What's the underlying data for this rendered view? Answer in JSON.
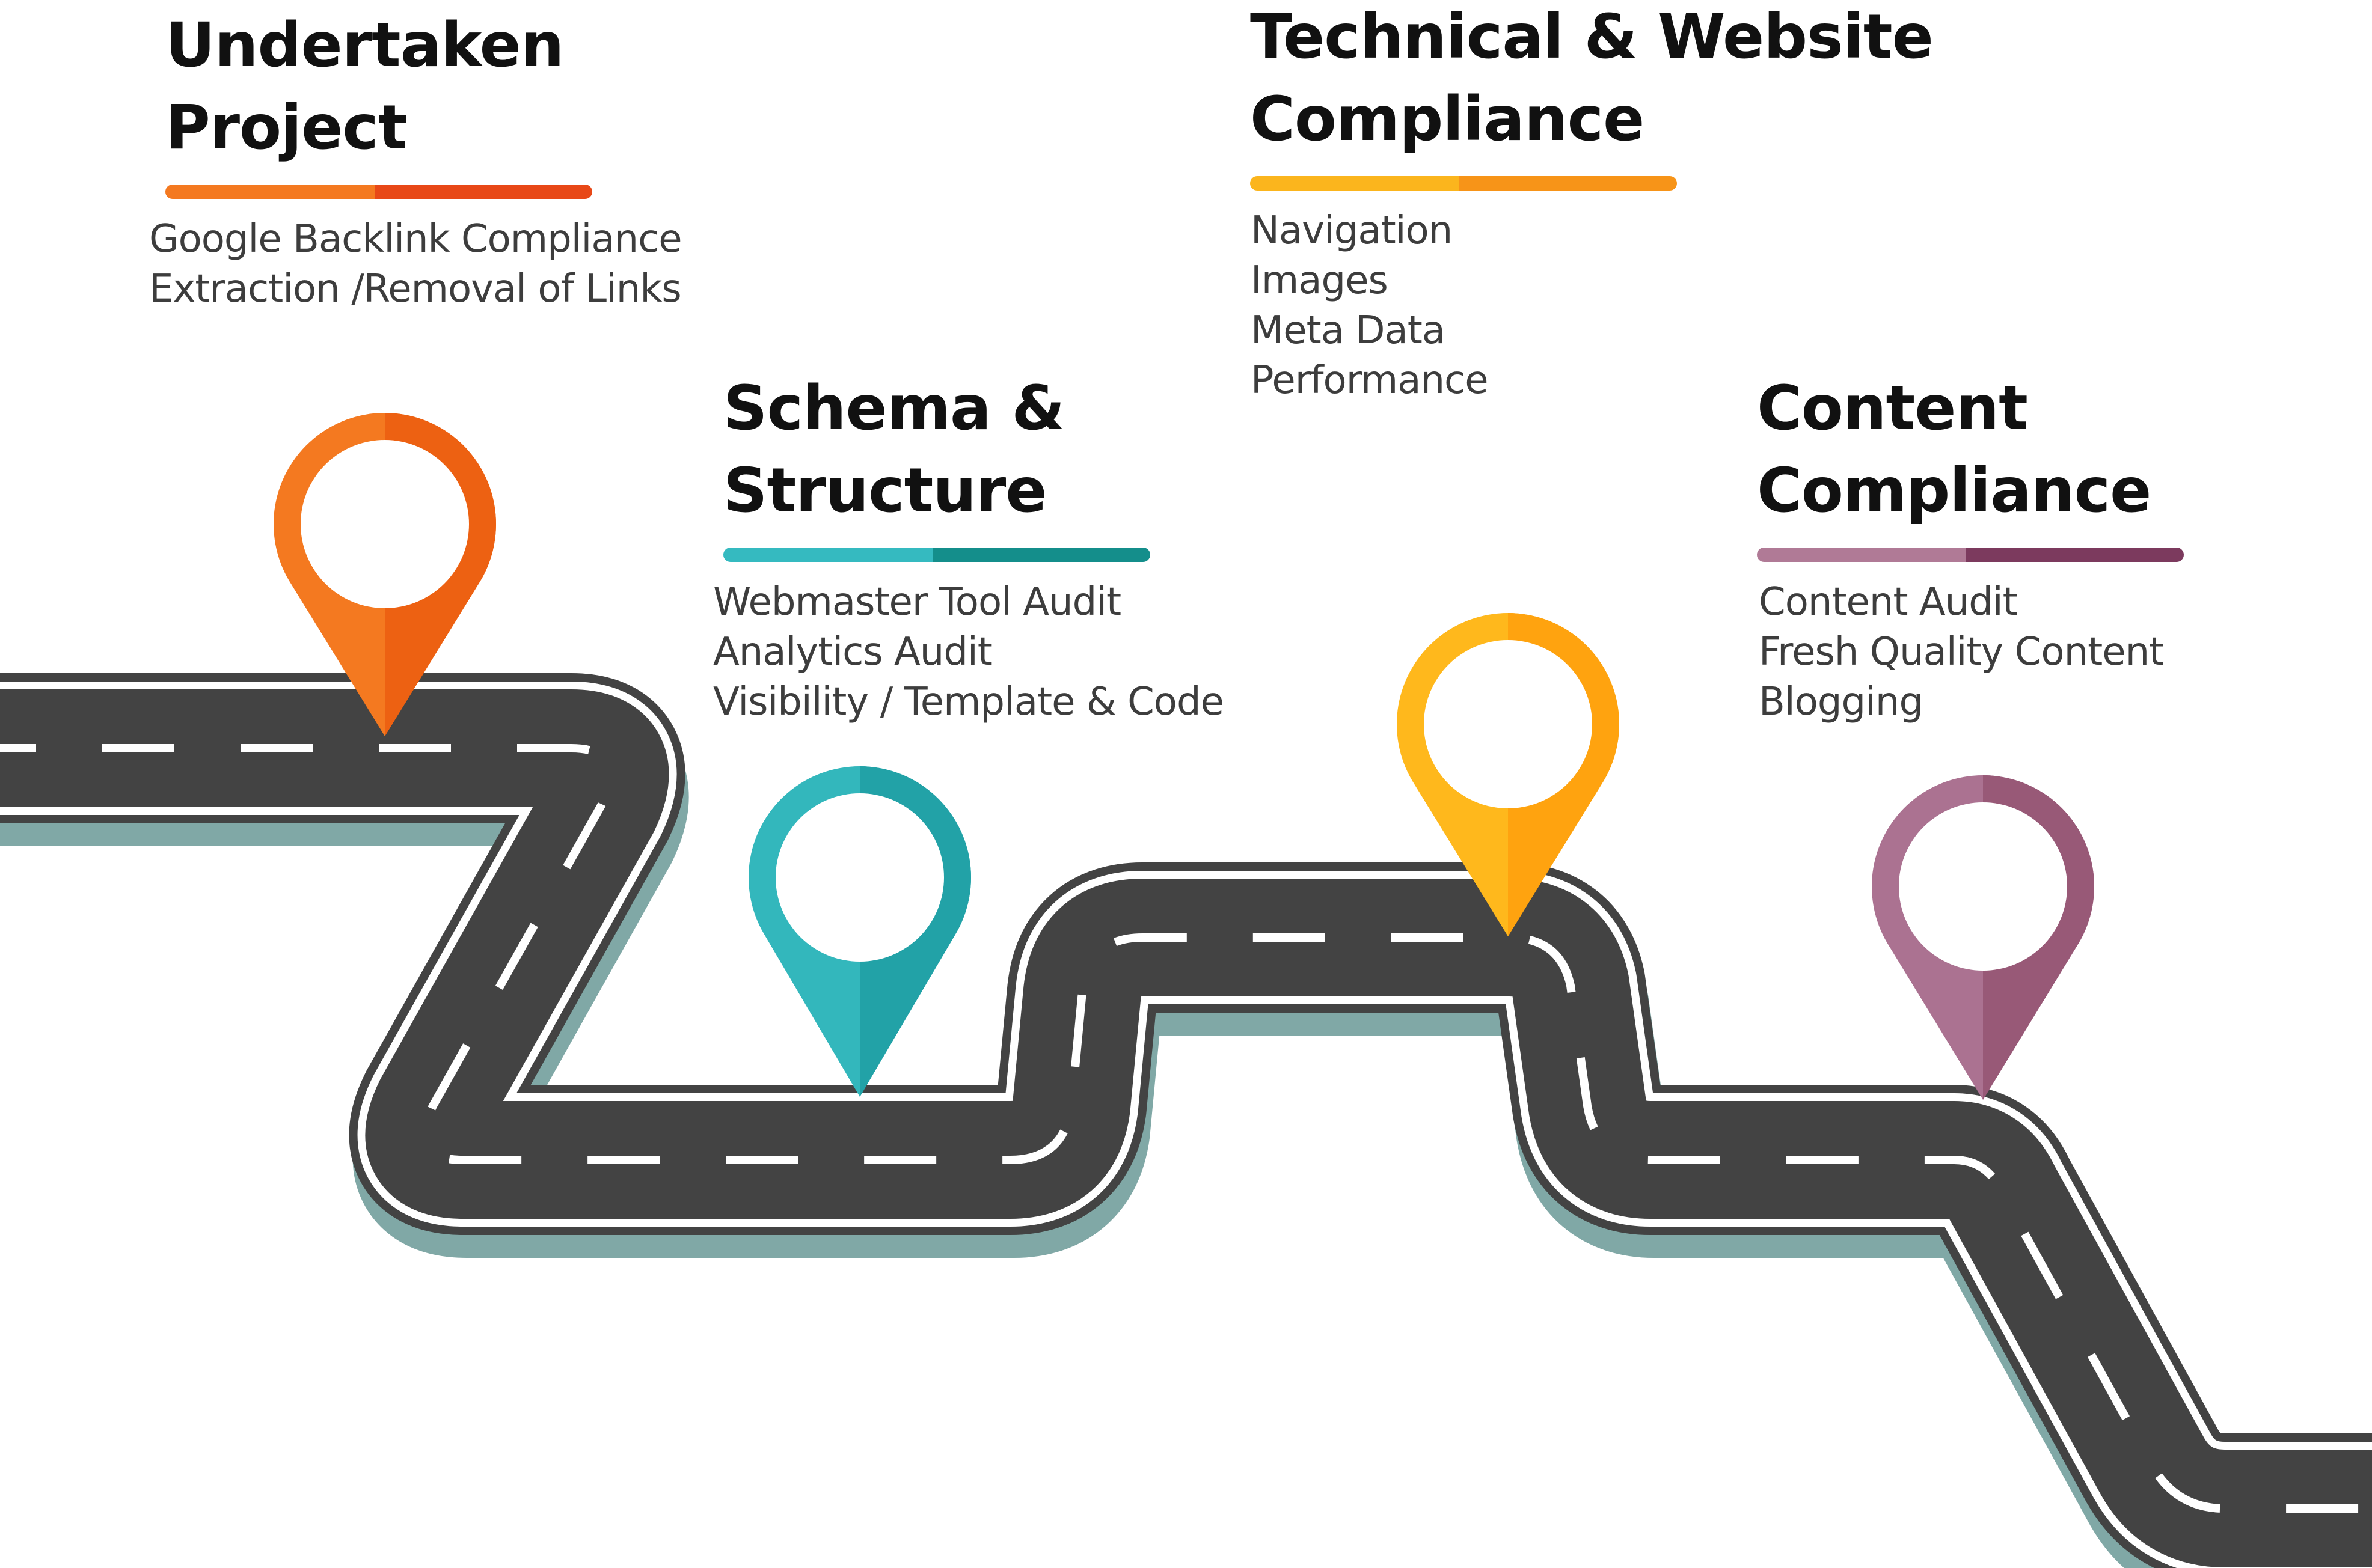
{
  "colors": {
    "background": "#ffffff",
    "road": "#434343",
    "road_edge": "#ffffff",
    "road_shadow": "#80a8a6",
    "title_text": "#111111",
    "item_text": "#3d3d3d"
  },
  "sections": [
    {
      "title": "Undertaken\nProject",
      "items": [
        "Google Backlink Compliance",
        "Extraction /Removal of Links"
      ],
      "pin_color": "#f47920",
      "pin_color_dark": "#ed6112",
      "underline_colors": [
        "#f47920",
        "#e84817"
      ]
    },
    {
      "title": "Schema &\nStructure",
      "items": [
        "Webmaster Tool Audit",
        "Analytics Audit",
        "Visibility / Template & Code"
      ],
      "pin_color": "#33b7bc",
      "pin_color_dark": "#22a2a7",
      "underline_colors": [
        "#35bac0",
        "#148e8b"
      ]
    },
    {
      "title": "Technical & Website\nCompliance",
      "items": [
        "Navigation",
        "Images",
        "Meta Data",
        "Performance"
      ],
      "pin_color": "#ffb81c",
      "pin_color_dark": "#ffa30f",
      "underline_colors": [
        "#fbb51d",
        "#f79418"
      ]
    },
    {
      "title": "Content\nCompliance",
      "items": [
        "Content Audit",
        "Fresh Quality Content",
        "Blogging"
      ],
      "pin_color": "#ab7291",
      "pin_color_dark": "#985977",
      "underline_colors": [
        "#b07a96",
        "#7c3a5e"
      ]
    }
  ]
}
